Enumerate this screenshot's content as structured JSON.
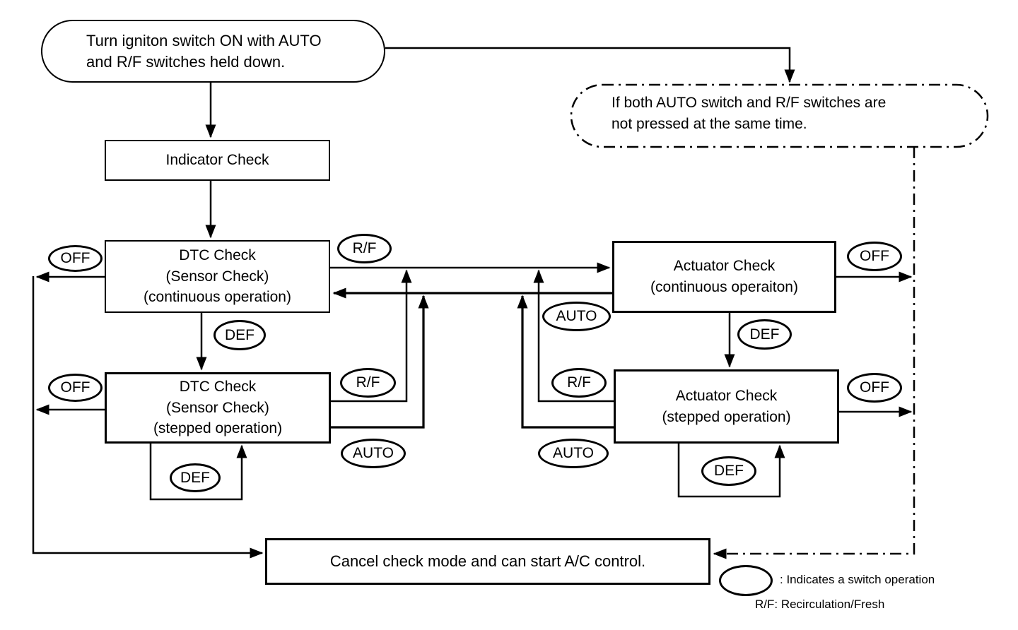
{
  "colors": {
    "ink": "#000000",
    "background": "#ffffff"
  },
  "nodes": {
    "start": "Turn igniton switch ON with AUTO\nand R/F switches held down.",
    "bypass": "If both AUTO switch and R/F switches are\nnot pressed at the same time.",
    "indicator": "Indicator Check",
    "dtc_continuous": "DTC Check\n(Sensor Check)\n(continuous operation)",
    "dtc_stepped": "DTC Check\n(Sensor Check)\n(stepped operation)",
    "actuator_continuous": "Actuator Check\n(continuous operaiton)",
    "actuator_stepped": "Actuator Check\n(stepped operation)",
    "cancel": "Cancel check mode and can start A/C control."
  },
  "switches": {
    "off": "OFF",
    "rf": "R/F",
    "auto": "AUTO",
    "def": "DEF"
  },
  "legend": {
    "ellipse_meaning": ": Indicates a switch operation",
    "rf_meaning": "R/F: Recirculation/Fresh"
  }
}
